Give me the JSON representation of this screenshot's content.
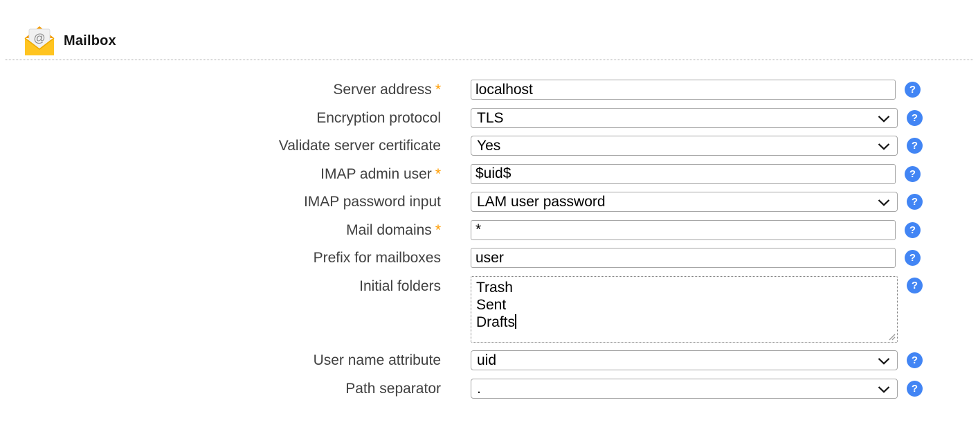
{
  "header": {
    "title": "Mailbox"
  },
  "marks": {
    "required": "*",
    "help_glyph": "?"
  },
  "icons": {
    "header": "mailbox-envelope-icon",
    "help": "question-mark-icon",
    "dropdown": "chevron-down-icon",
    "textarea_resize": "resize-grip-icon",
    "caret": "text-caret"
  },
  "colors": {
    "help_icon_blue": "#4285f4",
    "required_marker_orange": "#ff9c00",
    "envelope_yellow": "#ffc420",
    "envelope_flap_orange": "#f59b00",
    "label_gray": "#404040",
    "control_border_gray": "#a6a6a6"
  },
  "form": {
    "rows": [
      {
        "label": "Server address",
        "required": true,
        "control": "text",
        "value": "localhost"
      },
      {
        "label": "Encryption protocol",
        "required": false,
        "control": "select",
        "value": "TLS"
      },
      {
        "label": "Validate server certificate",
        "required": false,
        "control": "select",
        "value": "Yes"
      },
      {
        "label": "IMAP admin user",
        "required": true,
        "control": "text",
        "value": "$uid$"
      },
      {
        "label": "IMAP password input",
        "required": false,
        "control": "select",
        "value": "LAM user password"
      },
      {
        "label": "Mail domains",
        "required": true,
        "control": "text",
        "value": "*"
      },
      {
        "label": "Prefix for mailboxes",
        "required": false,
        "control": "text",
        "value": "user"
      },
      {
        "label": "Initial folders",
        "required": false,
        "control": "textarea",
        "lines": [
          "Trash",
          "Sent",
          "Drafts"
        ]
      },
      {
        "label": "User name attribute",
        "required": false,
        "control": "select",
        "value": "uid"
      },
      {
        "label": "Path separator",
        "required": false,
        "control": "select",
        "value": "."
      }
    ]
  }
}
